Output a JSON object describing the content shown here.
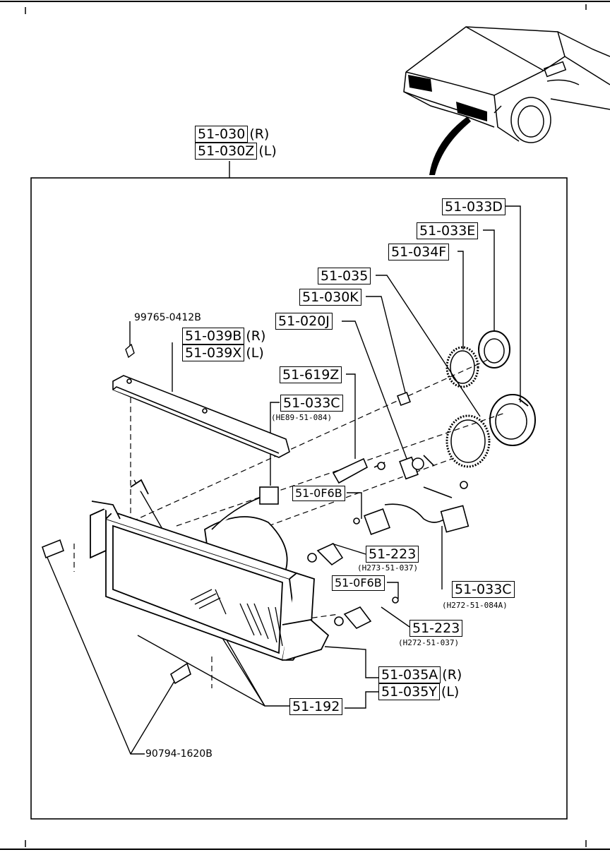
{
  "labels": {
    "headlight_r": "51-030",
    "headlight_r_side": "(R)",
    "headlight_l": "51-030Z",
    "headlight_l_side": "(L)",
    "ring_d": "51-033D",
    "ring_e": "51-033E",
    "ring_f": "51-034F",
    "seal": "51-035",
    "clip": "51-030K",
    "bulb": "51-020J",
    "screw_code": "99765-0412B",
    "bracket_r": "51-039B",
    "bracket_r_side": "(R)",
    "bracket_l": "51-039X",
    "bracket_l_side": "(L)",
    "spring": "51-619Z",
    "socket_c": "51-033C",
    "socket_c_note": "(HE89-51-084)",
    "cap_a": "51-0F6B",
    "socket_223a": "51-223",
    "socket_223a_note": "(H273-51-037)",
    "cap_b": "51-0F6B",
    "socket_223b": "51-223",
    "socket_223b_note": "(H272-51-037)",
    "socket_c2": "51-033C",
    "socket_c2_note": "(H272-51-084A)",
    "lens_r": "51-035A",
    "lens_r_side": "(R)",
    "lens_l": "51-035Y",
    "lens_l_side": "(L)",
    "adjuster": "51-192",
    "bolt_code": "90794-1620B"
  }
}
